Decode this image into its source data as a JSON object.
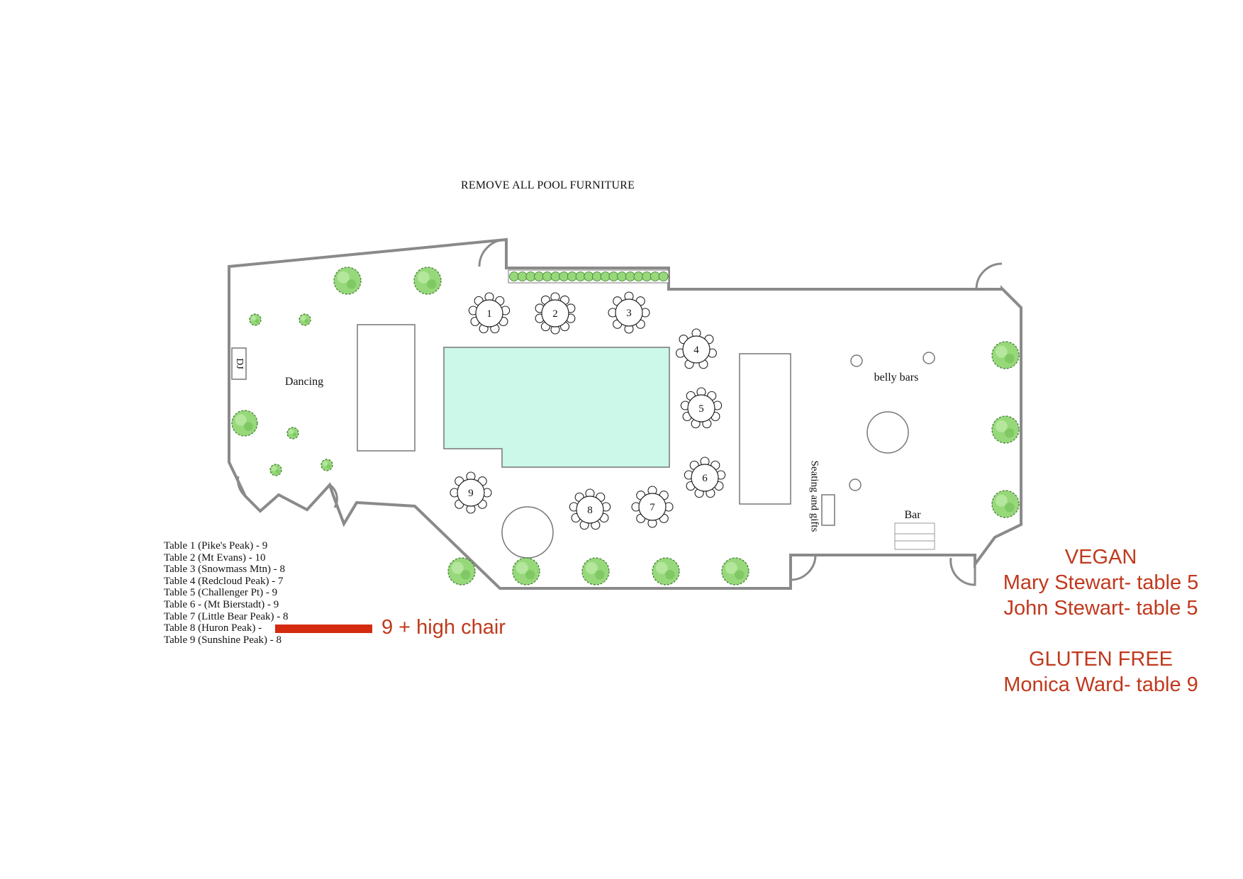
{
  "page": {
    "title": "REMOVE ALL POOL FURNITURE"
  },
  "plan": {
    "labels": {
      "dj": "DJ",
      "dancing": "Dancing",
      "belly_bars": "belly bars",
      "seating_gifts": "Seating and gifts",
      "bar": "Bar"
    },
    "tables": [
      "1",
      "2",
      "3",
      "4",
      "5",
      "6",
      "7",
      "8",
      "9"
    ],
    "colors": {
      "wall": "#8a8a8a",
      "pool_fill": "#cbf8e8",
      "tree": "#96d87a",
      "tree_edge": "#3f7a2f"
    }
  },
  "legend": {
    "items": [
      "Table 1 (Pike's Peak) - 9",
      "Table 2 (Mt Evans) - 10",
      "Table 3 (Snowmass Mtn) - 8",
      "Table 4 (Redcloud Peak) - 7",
      "Table 5 (Challenger Pt) - 9",
      "Table 6 - (Mt Bierstadt) - 9",
      "Table 7 (Little Bear Peak) - 8",
      "Table 8 (Huron Peak) -",
      "Table 9 (Sunshine Peak) - 8"
    ],
    "table8_note": "9 + high chair",
    "accent_color": "#c0391d"
  },
  "dietary": {
    "vegan_heading": "VEGAN",
    "vegan_guests": [
      "Mary Stewart- table 5",
      "John Stewart- table 5"
    ],
    "gluten_heading": "GLUTEN FREE",
    "gluten_guests": [
      "Monica Ward- table 9"
    ]
  }
}
